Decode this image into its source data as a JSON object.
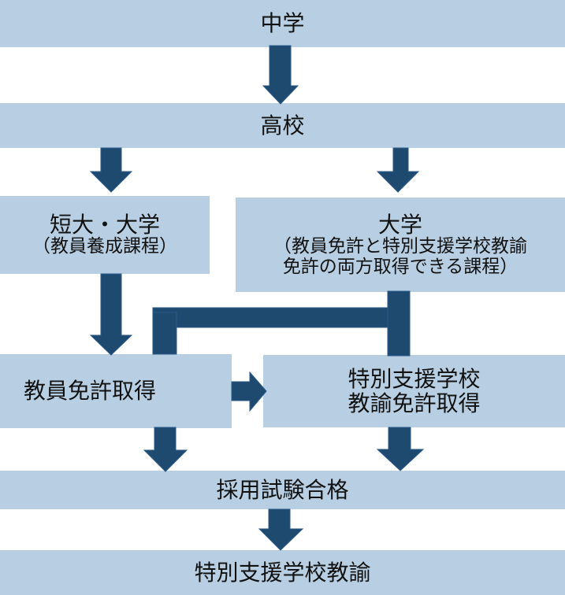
{
  "diagram": {
    "title": "特別支援学校教諭になるまでの進路",
    "colors": {
      "box_fill": "#B8CFE3",
      "arrow_fill": "#1F4A6F",
      "text": "#111111"
    },
    "nodes": {
      "junior_high": {
        "label": "中学"
      },
      "high_school": {
        "label": "高校"
      },
      "college_teacher_course": {
        "line1": "短大・大学",
        "line2": "（教員養成課程）"
      },
      "university_dual_course": {
        "line1": "大学",
        "line2": "（教員免許と特別支援学校教諭",
        "line3": "免許の両方取得できる課程）"
      },
      "teacher_license": {
        "label": "教員免許取得"
      },
      "special_support_license": {
        "line1": "特別支援学校",
        "line2": "教諭免許取得"
      },
      "employment_exam": {
        "label": "採用試験合格"
      },
      "special_support_teacher": {
        "label": "特別支援学校教諭"
      }
    },
    "edges": [
      {
        "from": "中学",
        "to": "高校"
      },
      {
        "from": "高校",
        "to": "短大・大学（教員養成課程）"
      },
      {
        "from": "高校",
        "to": "大学（教員免許と特別支援学校教諭免許の両方取得できる課程）"
      },
      {
        "from": "短大・大学（教員養成課程）",
        "to": "教員免許取得"
      },
      {
        "from": "大学（教員免許と特別支援学校教諭免許の両方取得できる課程）",
        "to": "教員免許取得"
      },
      {
        "from": "大学（教員免許と特別支援学校教諭免許の両方取得できる課程）",
        "to": "特別支援学校教諭免許取得"
      },
      {
        "from": "教員免許取得",
        "to": "特別支援学校教諭免許取得"
      },
      {
        "from": "教員免許取得",
        "to": "採用試験合格"
      },
      {
        "from": "特別支援学校教諭免許取得",
        "to": "採用試験合格"
      },
      {
        "from": "採用試験合格",
        "to": "特別支援学校教諭"
      }
    ]
  }
}
